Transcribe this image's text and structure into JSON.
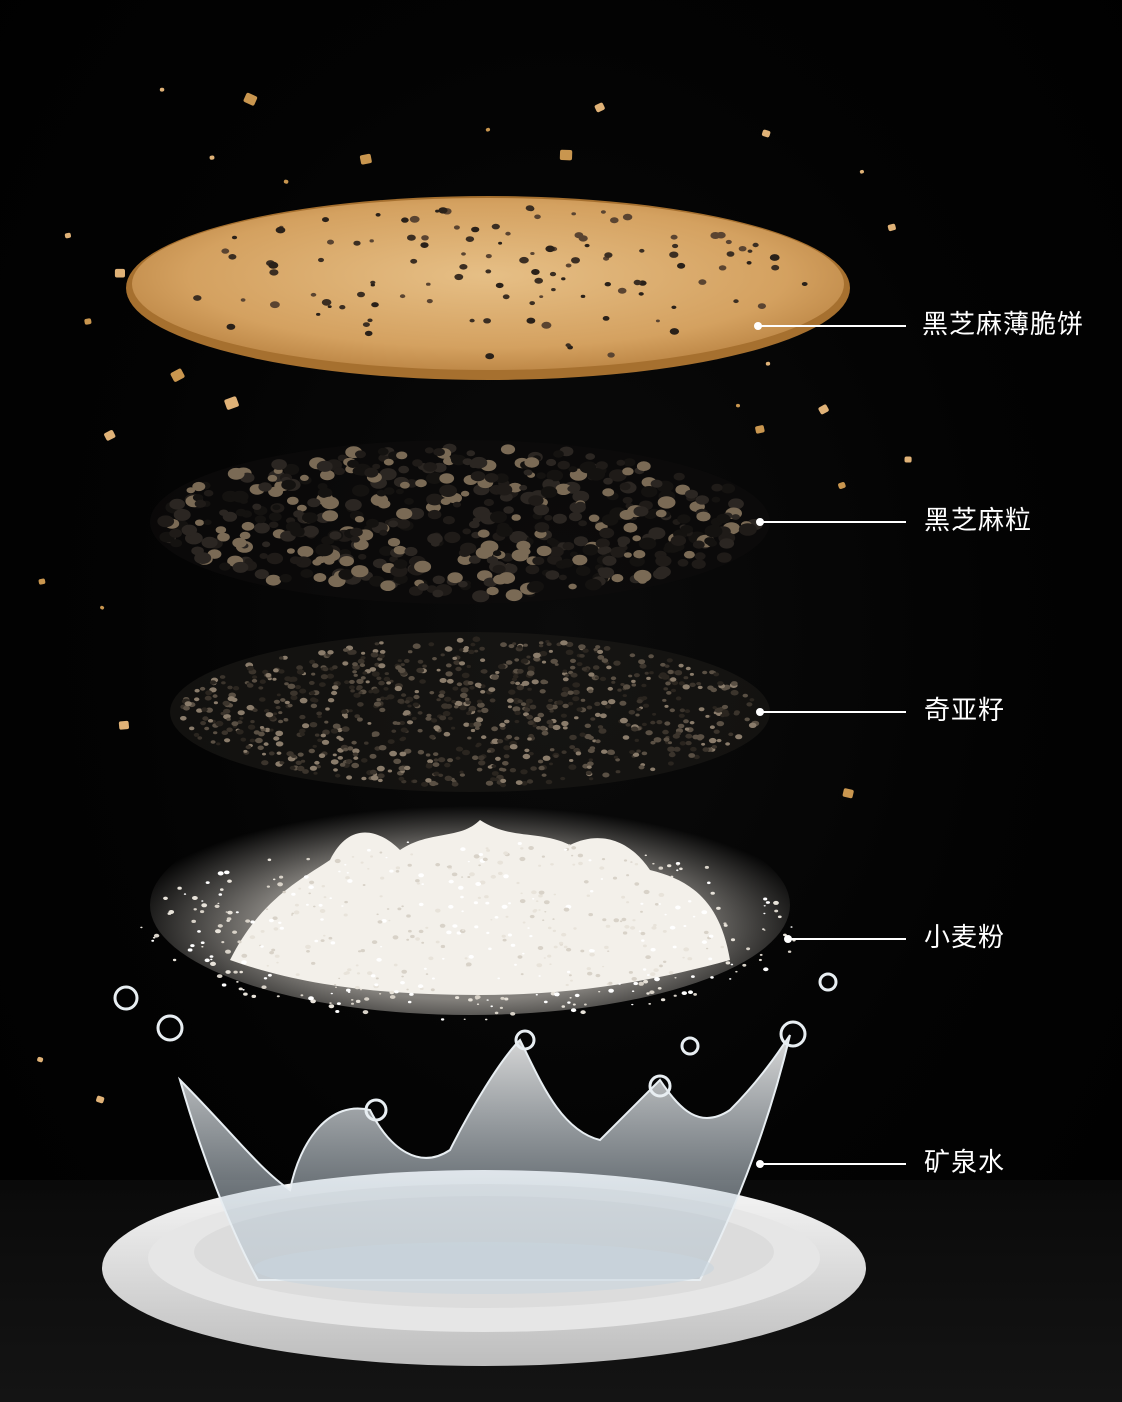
{
  "labels": [
    {
      "id": "cracker",
      "text": "黑芝麻薄脆饼"
    },
    {
      "id": "sesame",
      "text": "黑芝麻粒"
    },
    {
      "id": "chia",
      "text": "奇亚籽"
    },
    {
      "id": "flour",
      "text": "小麦粉"
    },
    {
      "id": "water",
      "text": "矿泉水"
    }
  ],
  "colors": {
    "background": "#000000",
    "cracker": "#d9a766",
    "cracker_edge": "#c08a48",
    "sesame": "#1a1714",
    "chia": "#3a3229",
    "flour": "#ece8e2",
    "water": "#cfd8df",
    "plate": "#f2f2f2",
    "label": "#ffffff"
  }
}
